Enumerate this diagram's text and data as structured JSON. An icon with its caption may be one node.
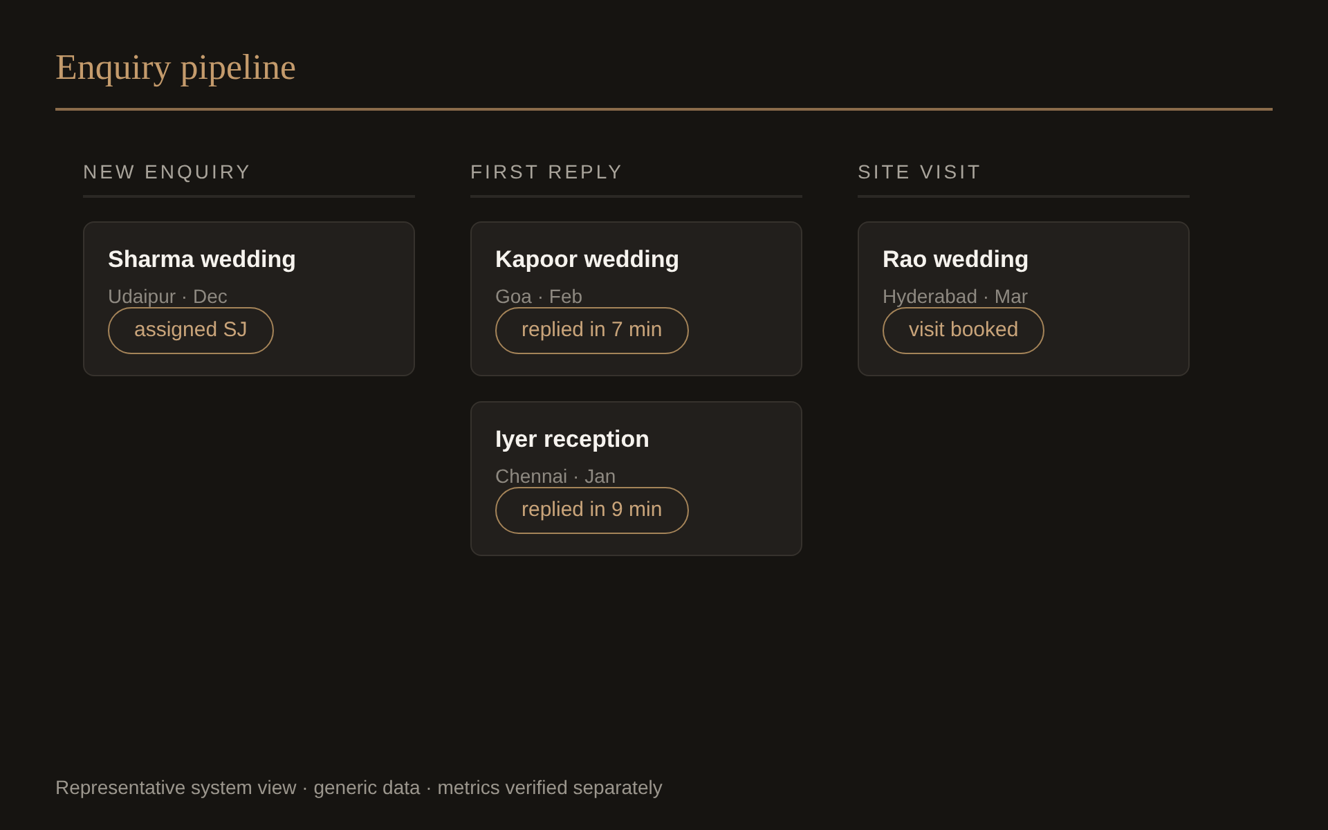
{
  "diagram": {
    "title": "Enquiry pipeline",
    "caption": "Representative system view · generic data · metrics verified separately",
    "nodes": [
      {
        "text": [
          "Sharma wedding",
          "Udaipur · Dec"
        ]
      },
      {
        "text": [
          "assigned SJ"
        ],
        "in": 0
      },
      {
        "text": [
          "Kapoor wedding",
          "Goa · Feb"
        ]
      },
      {
        "text": [
          "replied in 7 min"
        ],
        "in": 2
      },
      {
        "text": [
          "Iyer reception",
          "Chennai · Jan"
        ]
      },
      {
        "text": [
          "replied in 9 min"
        ],
        "in": 4
      },
      {
        "text": [
          "Rao wedding",
          "Hyderabad · Mar"
        ]
      },
      {
        "text": [
          "visit booked"
        ],
        "in": 6
      }
    ],
    "edges": [],
    "labels": [
      "NEW ENQUIRY",
      "FIRST REPLY",
      "SITE VISIT"
    ]
  }
}
